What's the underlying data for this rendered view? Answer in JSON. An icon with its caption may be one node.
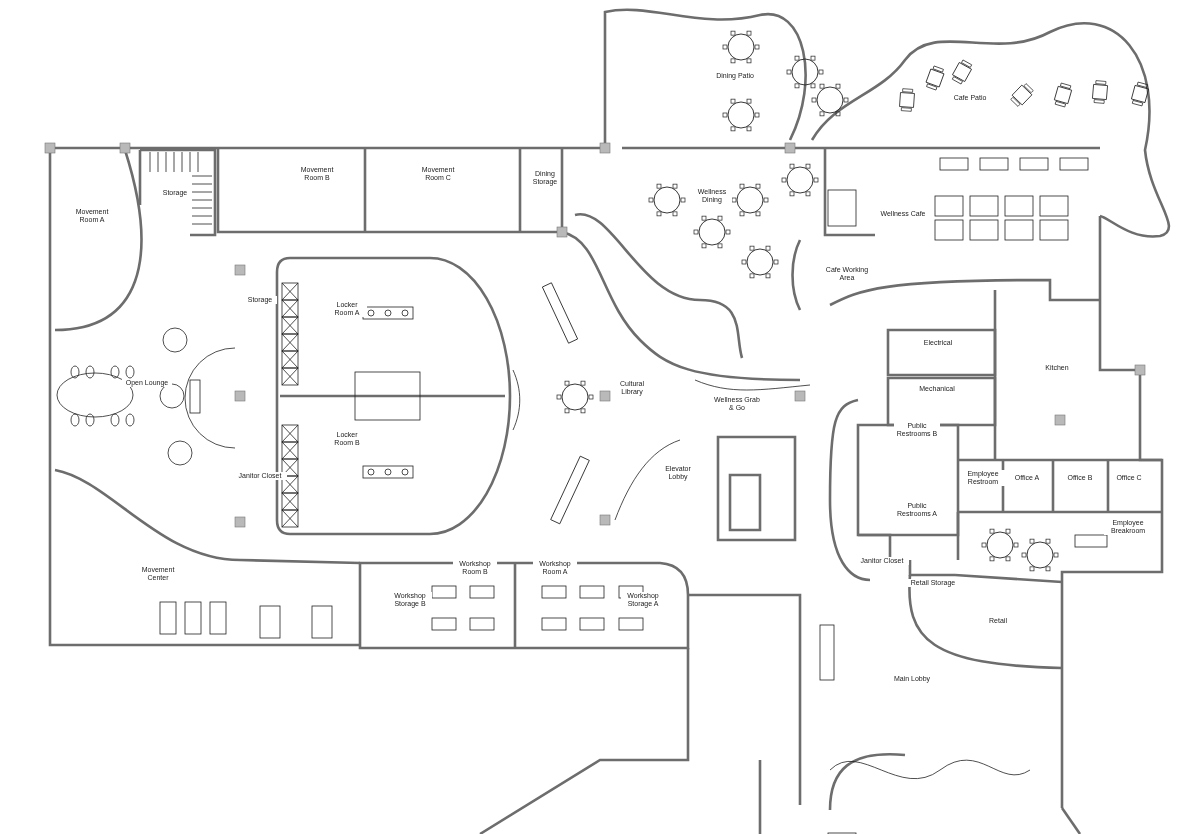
{
  "diagram": {
    "labels": [
      "Dining Patio",
      "Cafe Patio",
      "Storage",
      "Movement Room B",
      "Movement Room C",
      "Dining Storage",
      "Wellness Dining",
      "Wellness Cafe",
      "Movement Room A",
      "Cafe Working Area",
      "Storage",
      "Locker Room A",
      "Electrical",
      "Kitchen",
      "Open Lounge",
      "Cultural Library",
      "Mechanical",
      "Wellness Grab & Go",
      "Public Restrooms B",
      "Locker Room B",
      "Elevator Lobby",
      "Janitor Closet",
      "Employee Restroom",
      "Office A",
      "Office B",
      "Office C",
      "Public Restrooms A",
      "Employee Breakroom",
      "Janitor Closet",
      "Workshop Room B",
      "Workshop Room A",
      "Movement Center",
      "Retail Storage",
      "Workshop Storage B",
      "Workshop Storage A",
      "Retail",
      "Main Lobby"
    ]
  }
}
